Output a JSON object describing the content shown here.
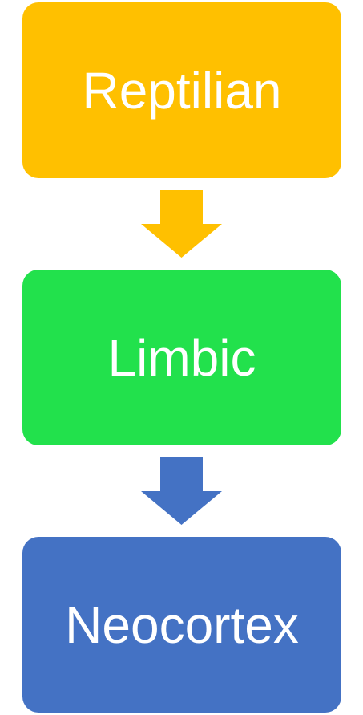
{
  "stages": [
    {
      "label": "Reptilian",
      "color": "#FFC000"
    },
    {
      "label": "Limbic",
      "color": "#22E14C"
    },
    {
      "label": "Neocortex",
      "color": "#4472C4"
    }
  ],
  "arrows": [
    {
      "color": "#FFC000",
      "icon": "arrow-down-icon"
    },
    {
      "color": "#4472C4",
      "icon": "arrow-down-icon"
    }
  ]
}
